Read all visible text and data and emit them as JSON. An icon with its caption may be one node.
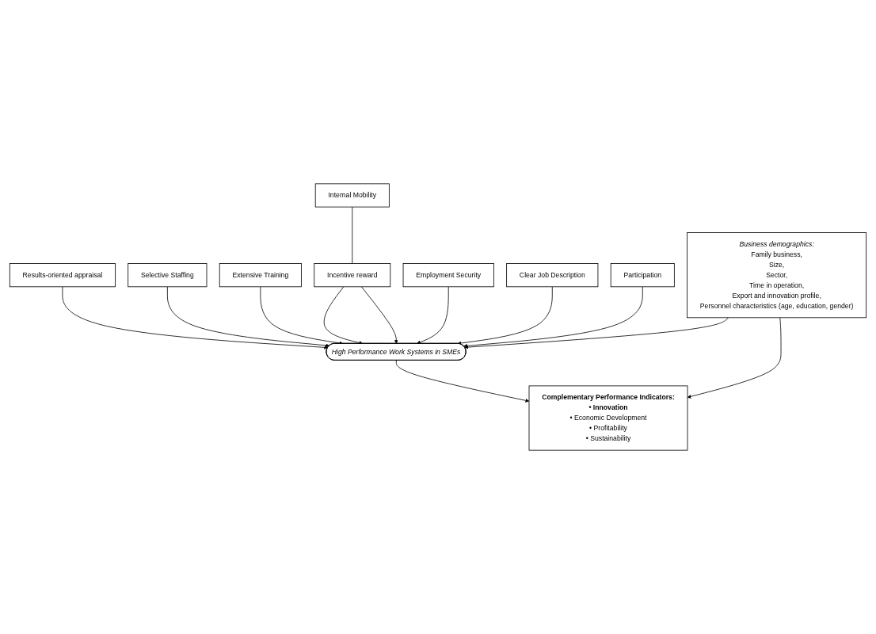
{
  "diagram": {
    "nodes": [
      {
        "text": [
          "Selective Staffing"
        ]
      },
      {
        "text": [
          "Extensive Training"
        ]
      },
      {
        "text": [
          "Internal Mobility"
        ]
      },
      {
        "text": [
          "Employment Security"
        ]
      },
      {
        "text": [
          "Clear Job Description"
        ]
      },
      {
        "text": [
          "Results-oriented appraisal"
        ]
      },
      {
        "text": [
          "Incentive reward"
        ]
      },
      {
        "text": [
          "Participation"
        ]
      },
      {
        "text": [
          "High Performance Work Systems in SMEs"
        ]
      },
      {
        "text": [
          "Business demographics:",
          "Family business,",
          "Size,",
          "Sector,",
          "Time in operation,",
          "Export and innovation profile,",
          "Personnel characteristics (age, education, gender)"
        ]
      },
      {
        "text": [
          "Complementary Performance Indicators:",
          "• Innovation",
          "• Economic Development",
          "• Profitability",
          "• Sustainability"
        ]
      }
    ],
    "edges": [
      {
        "from": 5,
        "to": 8,
        "arrow": "to"
      },
      {
        "from": 0,
        "to": 8,
        "arrow": "to"
      },
      {
        "from": 1,
        "to": 8,
        "arrow": "to"
      },
      {
        "from": 2,
        "to": 6,
        "arrow": "none"
      },
      {
        "from": 6,
        "to": 8,
        "arrow": "to"
      },
      {
        "from": 6,
        "to": 8,
        "arrow": "to"
      },
      {
        "from": 3,
        "to": 8,
        "arrow": "to"
      },
      {
        "from": 4,
        "to": 8,
        "arrow": "to"
      },
      {
        "from": 7,
        "to": 8,
        "arrow": "to"
      },
      {
        "from": 9,
        "to": 8,
        "arrow": "to"
      },
      {
        "from": 8,
        "to": 10,
        "arrow": "to"
      },
      {
        "from": 9,
        "to": 10,
        "arrow": "to"
      }
    ]
  }
}
